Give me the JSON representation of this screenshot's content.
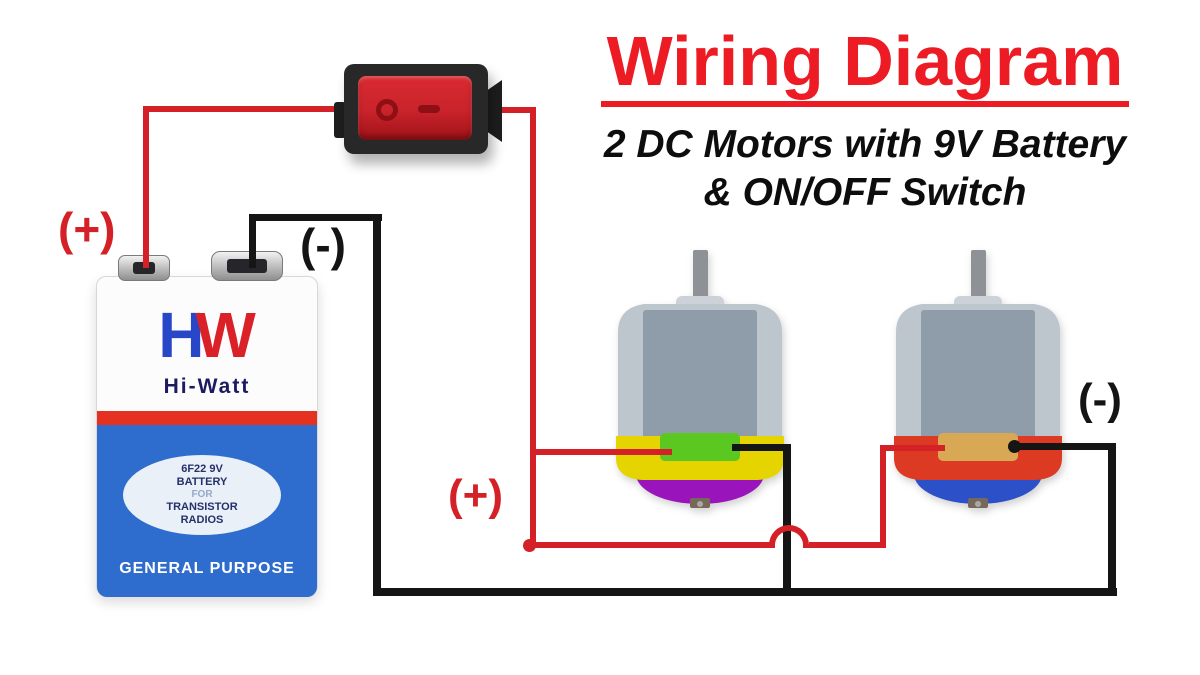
{
  "title": {
    "text": "Wiring Diagram",
    "subtitle_line1": "2 DC Motors with 9V Battery",
    "subtitle_line2": "& ON/OFF Switch"
  },
  "labels": {
    "battery_positive": "(+)",
    "battery_negative": "(-)",
    "motor_positive": "(+)",
    "motor_negative": "(-)"
  },
  "battery": {
    "logo_h": "H",
    "logo_w": "W",
    "brand": "Hi-Watt",
    "spec_line1": "6F22 9V",
    "spec_line2": "BATTERY",
    "spec_line3": "FOR",
    "spec_line4": "TRANSISTOR",
    "spec_line5": "RADIOS",
    "footer": "GENERAL PURPOSE"
  },
  "switch": {
    "markings": [
      "O",
      "—"
    ]
  },
  "colors": {
    "title_red": "#ed1c24",
    "wire_red": "#d42127",
    "wire_black": "#151515",
    "battery_blue": "#2e6ccd",
    "battery_stripe": "#e5311f",
    "brand_navy": "#1b1c60",
    "brand_blue": "#2747c8",
    "brand_red": "#da2127",
    "oval_bg": "#e9f0f7",
    "oval_text": "#26306b",
    "oval_for": "#97a8c8",
    "switch_body": "#282828",
    "rocker_red": "#c9232b",
    "rocker_marking": "#8f1014",
    "motor_silver": "#bdc5cd",
    "motor_face": "#8f9ca9",
    "motor_shaft": "#8e9195",
    "motor1_cap": "#e5d400",
    "motor1_terminal": "#5bc822",
    "motor1_bottom": "#9a14bc",
    "motor2_cap": "#dd3a24",
    "motor2_terminal": "#d9a855",
    "motor2_bottom": "#2b50c8"
  }
}
